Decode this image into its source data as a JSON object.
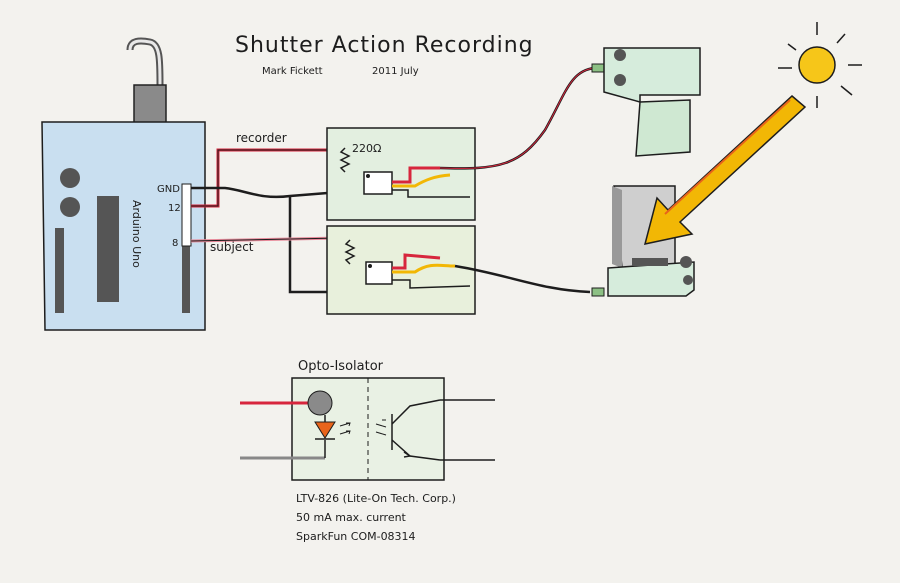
{
  "title": "Shutter Action Recording",
  "byline": {
    "author": "Mark Fickett",
    "date": "2011 July"
  },
  "arduino": {
    "board_label": "Arduino Uno",
    "pins": {
      "gnd": "GND",
      "pin12": "12",
      "pin8": "8"
    }
  },
  "wires": {
    "recorder": "recorder",
    "subject": "subject"
  },
  "resistor_label": "220Ω",
  "opto": {
    "title": "Opto-Isolator",
    "notes": [
      "LTV-826 (Lite-On Tech. Corp.)",
      "50 mA max. current",
      "SparkFun COM-08314"
    ]
  },
  "colors": {
    "paper": "#f3f2ee",
    "arduino_fill": "#c9dff0",
    "board_green": "#e3efe0",
    "wire_red": "#d7263d",
    "wire_yellow": "#f2b705",
    "wire_orange": "#e8641b",
    "camera_green": "#d6ecdc",
    "sun": "#f6c619",
    "sun_ray": "#f2b705"
  },
  "icons": [
    "usb-cable-icon",
    "camera-icon",
    "sun-icon",
    "sunlight-arrow-icon",
    "led-icon",
    "phototransistor-icon"
  ]
}
